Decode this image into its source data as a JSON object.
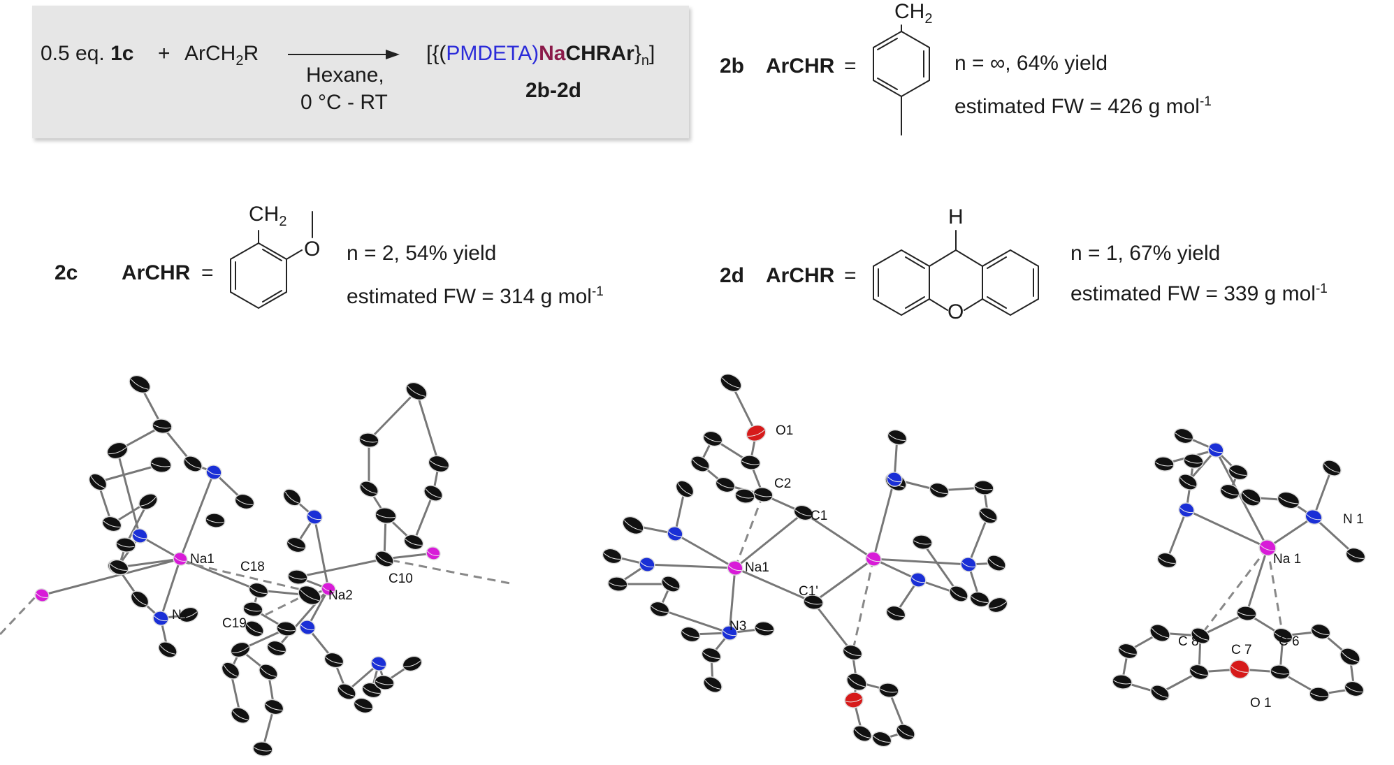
{
  "scheme": {
    "reagent1_prefix": "0.5 eq.",
    "reagent1_bold": "1c",
    "plus": "+",
    "reagent2_main": "ArCH",
    "reagent2_sub": "2",
    "reagent2_tail": "R",
    "condition_line1": "Hexane,",
    "condition_line2": "0 °C - RT",
    "product_open": "[{(",
    "product_ligand": "PMDETA)",
    "product_metal": "Na",
    "product_group": "CHRAr",
    "product_close": "}",
    "product_n": "n",
    "product_bracket": "]",
    "product_label": "2b-2d"
  },
  "compound_2b": {
    "label": "2b",
    "archr": "ArCHR",
    "equals": "=",
    "ch2_main": "CH",
    "ch2_sub": "2",
    "n_yield": "n = ∞, 64% yield",
    "fw_text": "estimated FW = 426 g mol",
    "fw_exp": "-1"
  },
  "compound_2c": {
    "label": "2c",
    "archr": "ArCHR",
    "equals": "=",
    "ch2_main": "CH",
    "ch2_sub": "2",
    "o_label": "O",
    "n_yield": "n = 2, 54% yield",
    "fw_text": "estimated FW = 314 g mol",
    "fw_exp": "-1"
  },
  "compound_2d": {
    "label": "2d",
    "archr": "ArCHR",
    "equals": "=",
    "h_label": "H",
    "o_label": "O",
    "n_yield": "n = 1, 67% yield",
    "fw_text": "estimated FW = 339 g mol",
    "fw_exp": "-1"
  },
  "structure_2b": {
    "labels": {
      "na1": "Na1",
      "na2": "Na2",
      "n1": "N1",
      "c18": "C18",
      "c19": "C19",
      "c10": "C10"
    }
  },
  "structure_2c": {
    "labels": {
      "o1": "O1",
      "c2": "C2",
      "c1": "C1",
      "na1": "Na1",
      "c1p": "C1'",
      "n3": "N3"
    }
  },
  "structure_2d": {
    "labels": {
      "n1": "N 1",
      "na1": "Na 1",
      "c8": "C 8",
      "c7": "C 7",
      "c6": "C 6",
      "o1": "O 1"
    }
  },
  "colors": {
    "sodium": "#d81bd8",
    "nitrogen": "#1a2fd6",
    "oxygen": "#d61a1a",
    "carbon": "#111111",
    "ligand_text": "#2b2bd9",
    "metal_text": "#8b1a4a",
    "scheme_box": "#e6e6e6"
  }
}
